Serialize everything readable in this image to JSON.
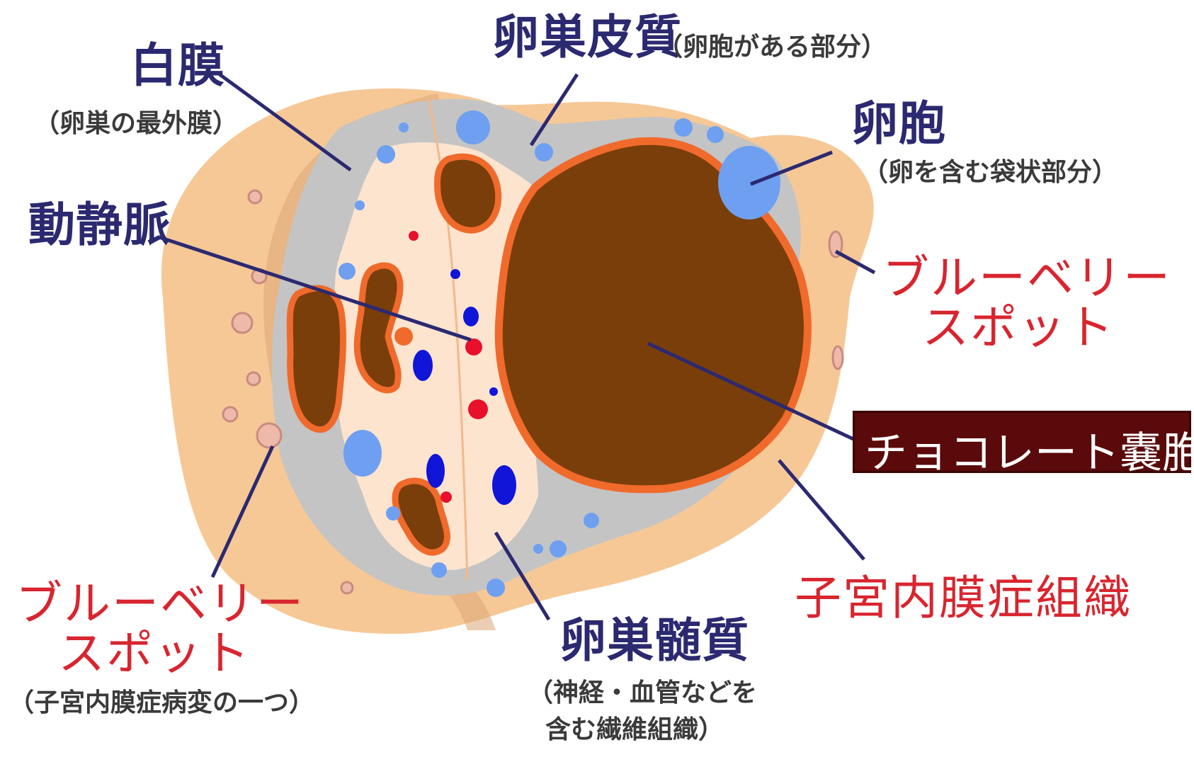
{
  "labels": {
    "hakumaku": {
      "main": "白膜",
      "sub": "（卵巣の最外膜）"
    },
    "hishitsu": {
      "main": "卵巣皮質",
      "sub": "（卵胞がある部分）"
    },
    "ranpo": {
      "main": "卵胞",
      "sub": "（卵を含む袋状部分）"
    },
    "doujomyaku": {
      "main": "動静脈"
    },
    "blueberry_right": {
      "line1": "ブルーベリー",
      "line2": "スポット"
    },
    "chocolate_cyst": {
      "main": "チョコレート嚢胞"
    },
    "endometriosis_tissue": {
      "main": "子宮内膜症組織"
    },
    "zuishitsu": {
      "main": "卵巣髄質",
      "sub1": "（神経・血管などを",
      "sub2": "含む繊維組織）"
    },
    "blueberry_left": {
      "line1": "ブルーベリー",
      "line2": "スポット",
      "sub": "（子宮内膜症病変の一つ）"
    }
  },
  "colors": {
    "ovary_surface": "#f6c896",
    "cortex": "#c4c4c4",
    "medulla": "#fce4cf",
    "cyst": "#7a3e0a",
    "endometrial_rim": "#f06a2c",
    "follicle": "#6f9ff0",
    "artery": "#e8102a",
    "vein": "#1015d8",
    "leader_line": "#2b2970",
    "callout_bg": "#5a0a0a"
  }
}
